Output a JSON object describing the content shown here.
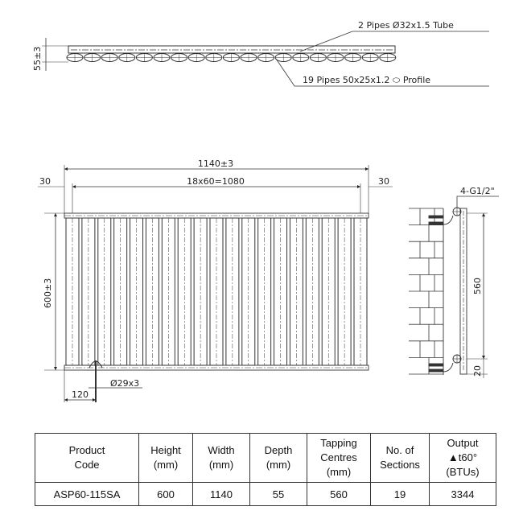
{
  "top_view": {
    "depth_dim": "55±3",
    "tube_label": "2 Pipes Ø32x1.5 Tube",
    "profile_label": "19 Pipes 50x25x1.2 ⬭ Profile"
  },
  "front_view": {
    "overall_width_dim": "1140±3",
    "pitch_dim": "18x60=1080",
    "left_offset_dim": "30",
    "right_offset_dim": "30",
    "height_dim": "600±3",
    "inlet_offset_dim": "120",
    "inlet_pipe_dim": "Ø29x3",
    "column_count": 19
  },
  "side_view": {
    "connection_label": "4-G1/2\"",
    "centres_dim": "560",
    "bottom_offset_dim": "20"
  },
  "table": {
    "headers": [
      [
        "Product",
        "Code"
      ],
      [
        "Height",
        "(mm)"
      ],
      [
        "Width",
        "(mm)"
      ],
      [
        "Depth",
        "(mm)"
      ],
      [
        "Tapping",
        "Centres",
        "(mm)"
      ],
      [
        "No. of",
        "Sections"
      ],
      [
        "Output",
        "▲t60° (BTUs)"
      ]
    ],
    "rows": [
      [
        "ASP60-115SA",
        "600",
        "1140",
        "55",
        "560",
        "19",
        "3344"
      ]
    ]
  }
}
